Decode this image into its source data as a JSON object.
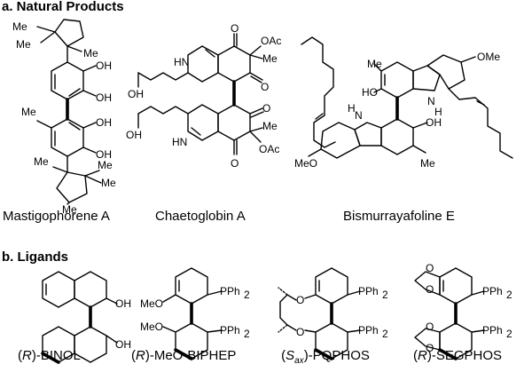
{
  "section_a": {
    "heading": "a. Natural Products"
  },
  "section_b": {
    "heading": "b. Ligands"
  },
  "natural_products": [
    {
      "name": "Mastigophorene A"
    },
    {
      "name": "Chaetoglobin A"
    },
    {
      "name": "Bismurrayafoline E"
    }
  ],
  "ligands": [
    {
      "prefix": "(",
      "config": "R",
      "suffix": ")-BINOL"
    },
    {
      "prefix": "(",
      "config": "R",
      "suffix": ")-MeO-BIPHEP"
    },
    {
      "prefix": "(",
      "config": "S",
      "config_sub": "ax",
      "suffix": ")-PQPHOS"
    },
    {
      "prefix": "(",
      "config": "R",
      "suffix": ")-SEGPHOS"
    }
  ],
  "atom_labels": {
    "mastigophorene": {
      "me1": "Me",
      "me2": "Me",
      "me3": "Me",
      "oh1": "OH",
      "oh2": "OH",
      "oh3": "OH",
      "oh4": "OH",
      "me4": "Me",
      "me5": "Me",
      "me6": "Me",
      "me7": "Me",
      "me8": "Me"
    },
    "chaetoglobin": {
      "oac1": "OAc",
      "me1": "Me",
      "hn1": "HN",
      "oh1": "OH",
      "oh2": "OH",
      "hn2": "HN",
      "me2": "Me",
      "oac2": "OAc",
      "o1": "O",
      "o2": "O",
      "o3": "O",
      "o4": "O"
    },
    "bismurrayafoline": {
      "me1": "Me",
      "ome1": "OMe",
      "ho1": "HO",
      "nh1": "N",
      "h1": "H",
      "nh2": "N",
      "h2": "H",
      "oh1": "OH",
      "meo2": "MeO",
      "me2": "Me"
    },
    "binol": {
      "oh1": "OH",
      "oh2": "OH"
    },
    "meobiphep": {
      "meo1": "MeO",
      "meo2": "MeO",
      "pph1": "PPh",
      "sub1": "2",
      "pph2": "PPh",
      "sub2": "2"
    },
    "pqphos": {
      "o1": "O",
      "o2": "O",
      "pph1": "PPh",
      "sub1": "2",
      "pph2": "PPh",
      "sub2": "2"
    },
    "segphos": {
      "o1": "O",
      "o2": "O",
      "o3": "O",
      "o4": "O",
      "pph1": "PPh",
      "sub1": "2",
      "pph2": "PPh",
      "sub2": "2"
    }
  }
}
